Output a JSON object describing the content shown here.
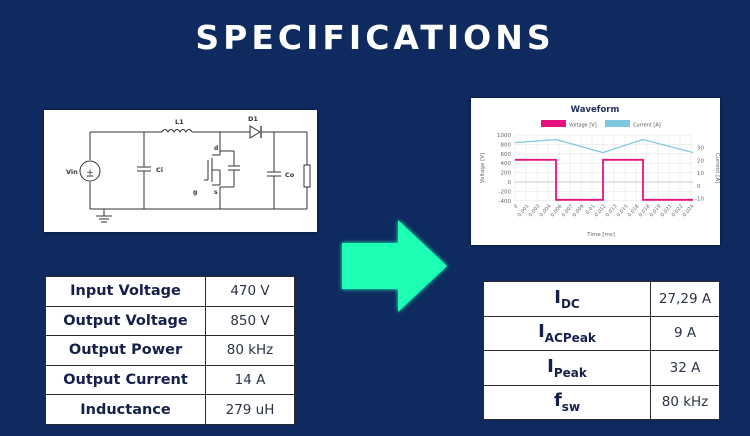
{
  "header": {
    "title": "SPECIFICATIONS"
  },
  "circuit": {
    "labels": {
      "source": "Vin",
      "input_cap": "Ci",
      "inductor": "L1",
      "diode": "D1",
      "output_cap": "Co",
      "mosfet_drain": "d",
      "mosfet_source": "s",
      "mosfet_gate": "g"
    }
  },
  "input_specs": {
    "rows": [
      {
        "label": "Input Voltage",
        "value": "470 V"
      },
      {
        "label": "Output Voltage",
        "value": "850 V"
      },
      {
        "label": "Output Power",
        "value": "80 kHz"
      },
      {
        "label": "Output Current",
        "value": "14 A"
      },
      {
        "label": "Inductance",
        "value": "279 uH"
      }
    ]
  },
  "output_specs": {
    "rows": [
      {
        "label_main": "I",
        "label_sub": "DC",
        "value": "27,29 A"
      },
      {
        "label_main": "I",
        "label_sub": "ACPeak",
        "value": "9 A"
      },
      {
        "label_main": "I",
        "label_sub": "Peak",
        "value": "32 A"
      },
      {
        "label_main": "f",
        "label_sub": "sw",
        "value": "80 kHz"
      }
    ]
  },
  "colors": {
    "background": "#0e2a5f",
    "arrow": "#1effb4",
    "voltage": "#e6127f",
    "current": "#7ec8e0"
  },
  "chart_data": {
    "type": "line",
    "title": "Waveform",
    "xlabel": "Time [ms]",
    "ylabel": "Voltage [V]",
    "y2label": "Current [A]",
    "x_ticks": [
      "0",
      "0.001",
      "0.003",
      "0.004",
      "0.006",
      "0.007",
      "0.009",
      "0.01",
      "0.012",
      "0.013",
      "0.015",
      "0.016",
      "0.018",
      "0.019",
      "0.021",
      "0.022",
      "0.024"
    ],
    "y_ticks": [
      1000,
      800,
      600,
      400,
      200,
      0,
      -200,
      -400
    ],
    "y2_ticks": [
      30,
      20,
      10,
      0,
      -10
    ],
    "ylim": [
      -400,
      1000
    ],
    "y2lim": [
      -15,
      37
    ],
    "legend": [
      "Voltage [V]",
      "Current [A]"
    ],
    "legend_position": "top",
    "grid": true,
    "series": [
      {
        "name": "Voltage [V]",
        "axis": "left",
        "x": [
          0,
          0.00575,
          0.00575,
          0.0125,
          0.0125,
          0.0181,
          0.0181,
          0.025
        ],
        "values": [
          470,
          470,
          -380,
          -380,
          470,
          470,
          -380,
          -380
        ]
      },
      {
        "name": "Current [A]",
        "axis": "right",
        "x": [
          0,
          0.00575,
          0.0125,
          0.0181,
          0.025
        ],
        "values": [
          22,
          32,
          22,
          32,
          22
        ]
      }
    ]
  }
}
